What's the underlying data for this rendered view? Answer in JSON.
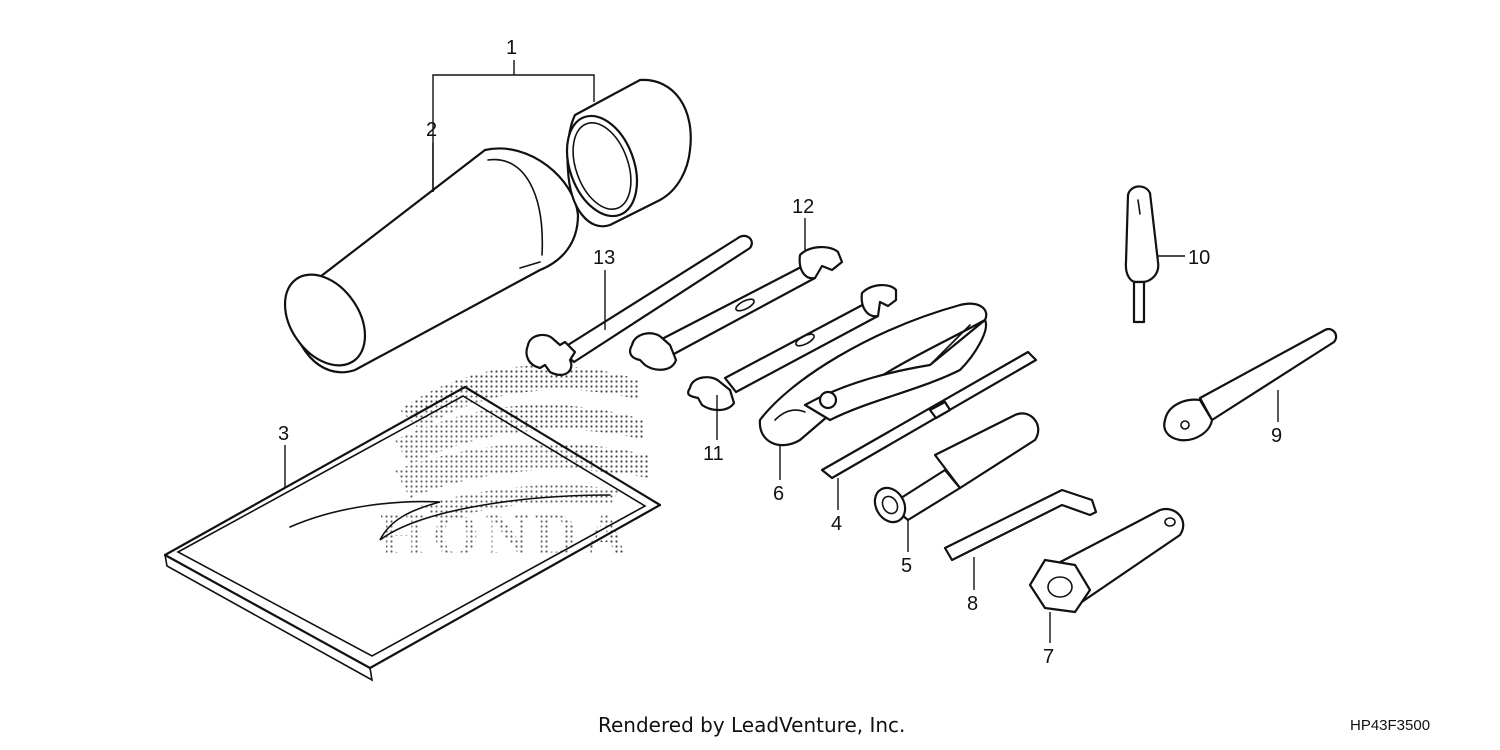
{
  "diagram": {
    "callouts": [
      {
        "id": "1",
        "label": "1"
      },
      {
        "id": "2",
        "label": "2"
      },
      {
        "id": "3",
        "label": "3"
      },
      {
        "id": "4",
        "label": "4"
      },
      {
        "id": "5",
        "label": "5"
      },
      {
        "id": "6",
        "label": "6"
      },
      {
        "id": "7",
        "label": "7"
      },
      {
        "id": "8",
        "label": "8"
      },
      {
        "id": "9",
        "label": "9"
      },
      {
        "id": "10",
        "label": "10"
      },
      {
        "id": "11",
        "label": "11"
      },
      {
        "id": "12",
        "label": "12"
      },
      {
        "id": "13",
        "label": "13"
      }
    ],
    "watermark_text": "HONDA",
    "credit": "Rendered by LeadVenture, Inc.",
    "drawing_code": "HP43F3500"
  }
}
